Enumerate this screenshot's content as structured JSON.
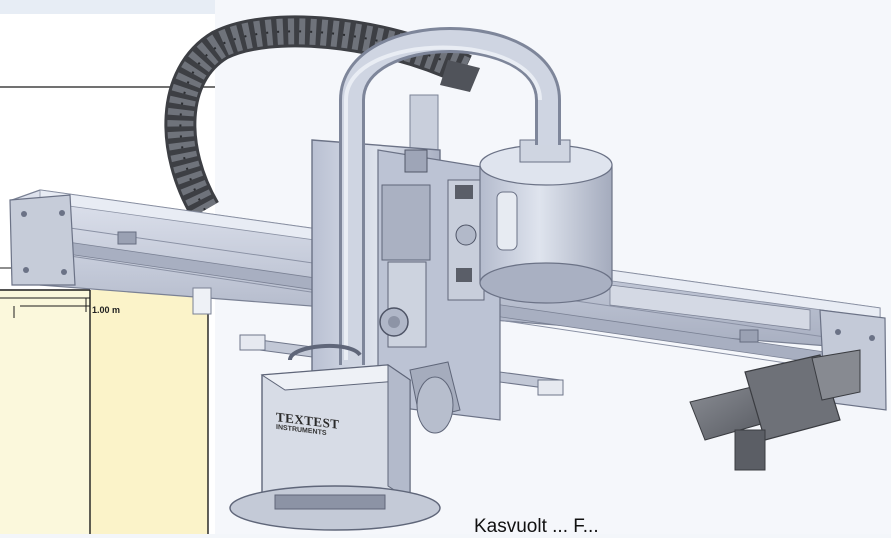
{
  "floor_plan": {
    "dimension_label": "1.00 m"
  },
  "machine": {
    "badge_brand": "TEXTEST",
    "badge_sub": "INSTRUMENTS"
  },
  "caption": {
    "text": "Kasvuolt ... F..."
  }
}
